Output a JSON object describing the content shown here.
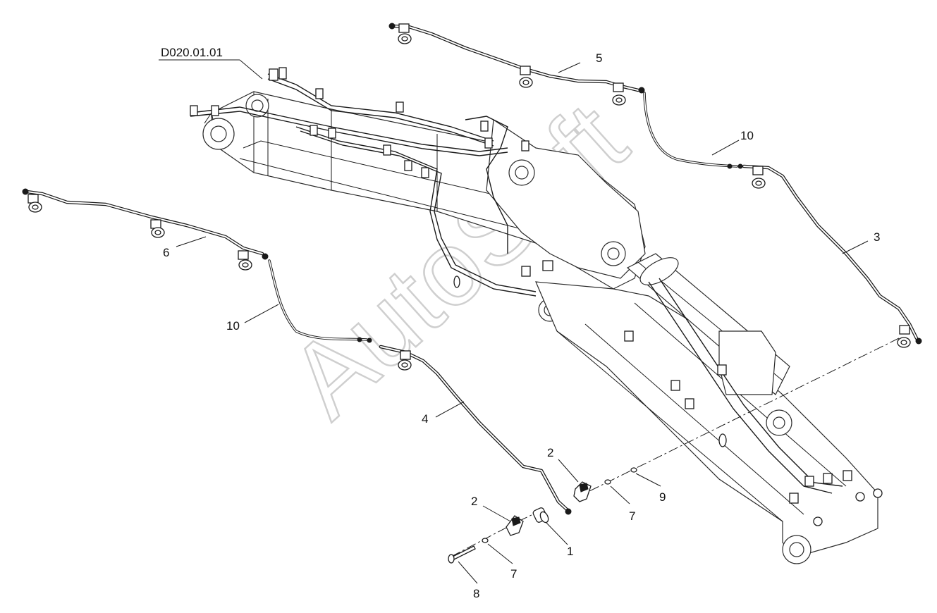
{
  "diagram": {
    "reference_label": "D020.01.01",
    "watermark": "AutoSoft",
    "callouts": [
      {
        "id": "c1",
        "text": "1"
      },
      {
        "id": "c2a",
        "text": "2"
      },
      {
        "id": "c2b",
        "text": "2"
      },
      {
        "id": "c3",
        "text": "3"
      },
      {
        "id": "c4",
        "text": "4"
      },
      {
        "id": "c5",
        "text": "5"
      },
      {
        "id": "c6",
        "text": "6"
      },
      {
        "id": "c7a",
        "text": "7"
      },
      {
        "id": "c7b",
        "text": "7"
      },
      {
        "id": "c8",
        "text": "8"
      },
      {
        "id": "c9",
        "text": "9"
      },
      {
        "id": "c10a",
        "text": "10"
      },
      {
        "id": "c10b",
        "text": "10"
      }
    ]
  }
}
